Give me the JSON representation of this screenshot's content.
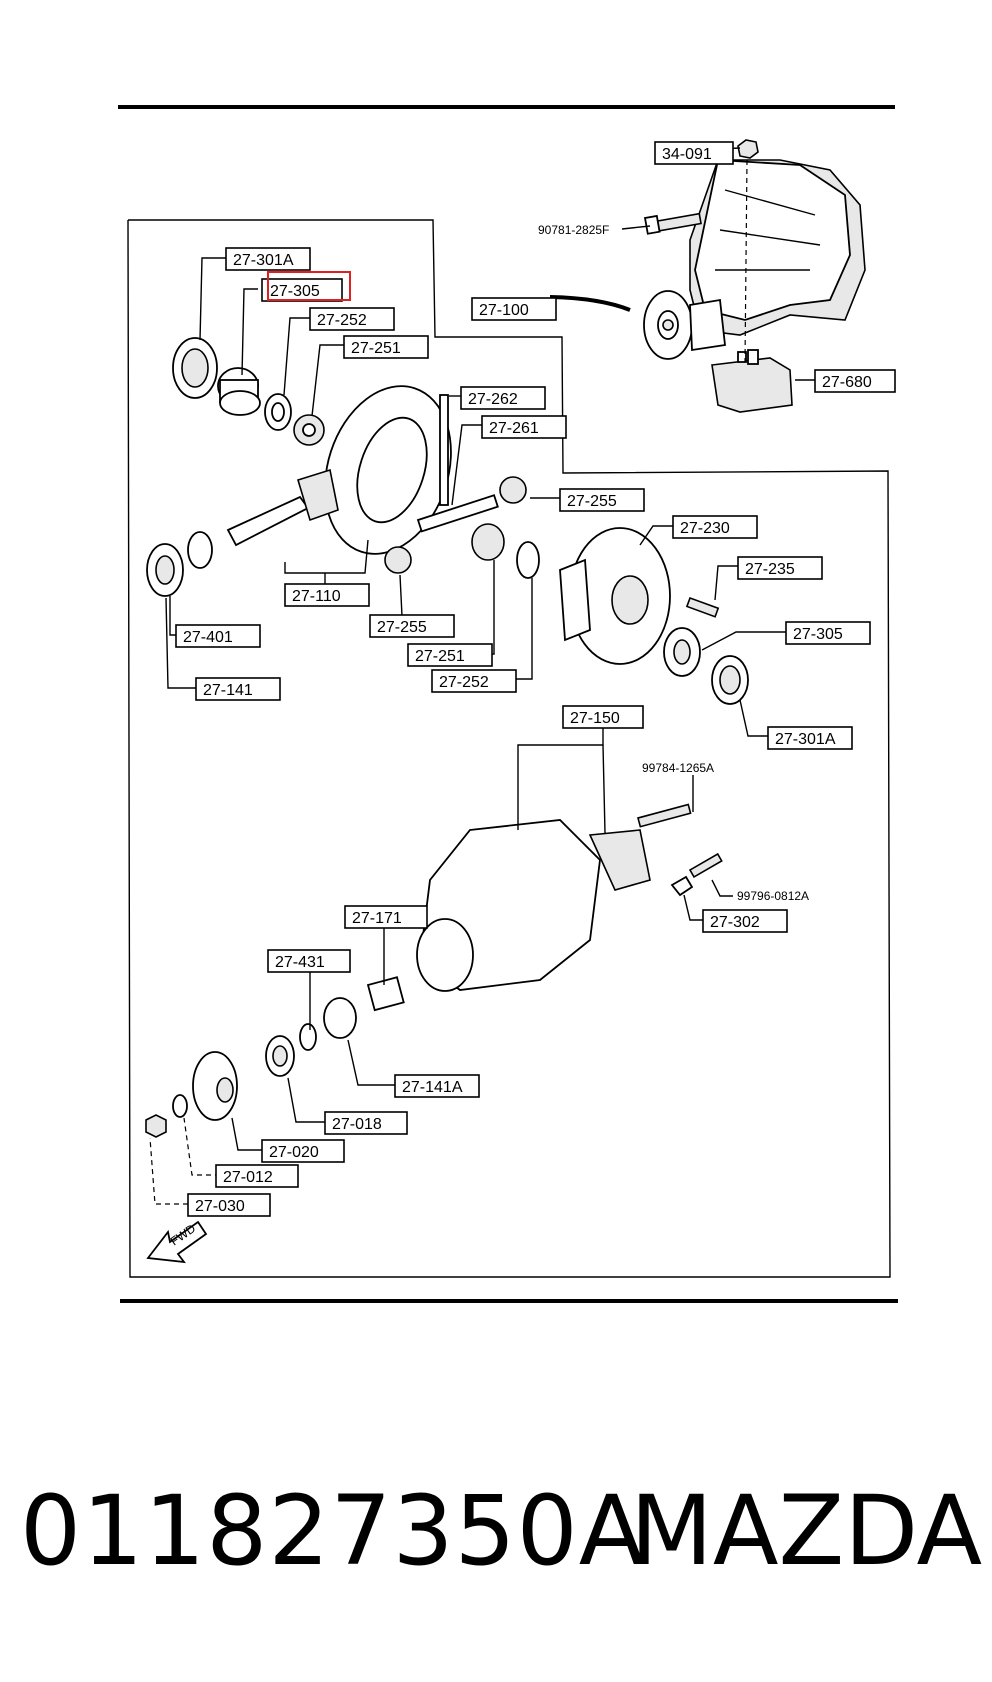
{
  "labels": {
    "l_34_091": "34-091",
    "l_90781": "90781-2825F",
    "l_27_100": "27-100",
    "l_27_680": "27-680",
    "l_27_301A_top": "27-301A",
    "l_27_305_top": "27-305",
    "l_27_252_top": "27-252",
    "l_27_251_top": "27-251",
    "l_27_262": "27-262",
    "l_27_261": "27-261",
    "l_27_255_r": "27-255",
    "l_27_230": "27-230",
    "l_27_235": "27-235",
    "l_27_305_r": "27-305",
    "l_27_301A_r": "27-301A",
    "l_27_110": "27-110",
    "l_27_255_l": "27-255",
    "l_27_251_b": "27-251",
    "l_27_252_b": "27-252",
    "l_27_401": "27-401",
    "l_27_141": "27-141",
    "l_27_150": "27-150",
    "l_99784": "99784-1265A",
    "l_99796": "99796-0812A",
    "l_27_302": "27-302",
    "l_27_171": "27-171",
    "l_27_431": "27-431",
    "l_27_141A": "27-141A",
    "l_27_018": "27-018",
    "l_27_020": "27-020",
    "l_27_012": "27-012",
    "l_27_030": "27-030",
    "fwd": "FWD"
  },
  "highlighted_part": "27-305",
  "highlight_color": "#e02020",
  "footer": {
    "part_number": "011827350A",
    "brand": "MAZDA"
  }
}
